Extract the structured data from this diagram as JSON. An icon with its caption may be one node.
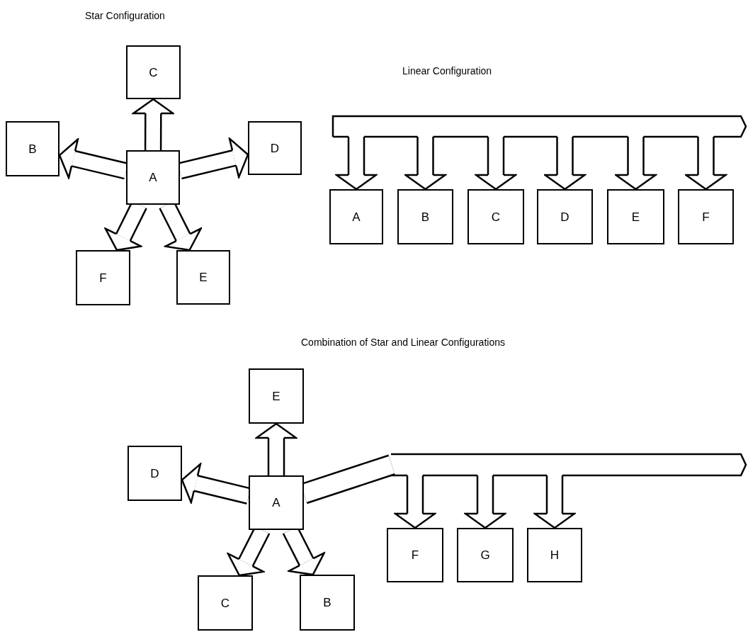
{
  "diagram": {
    "nodes": [
      {
        "text": [
          "A"
        ]
      },
      {
        "text": [
          "B"
        ]
      },
      {
        "text": [
          "C"
        ]
      },
      {
        "text": [
          "D"
        ]
      },
      {
        "text": [
          "F"
        ]
      },
      {
        "text": [
          "E"
        ]
      },
      {
        "text": [],
        "shape": "bar"
      },
      {
        "text": [
          "A"
        ]
      },
      {
        "text": [
          "B"
        ]
      },
      {
        "text": [
          "C"
        ]
      },
      {
        "text": [
          "D"
        ]
      },
      {
        "text": [
          "E"
        ]
      },
      {
        "text": [
          "F"
        ]
      },
      {
        "text": [
          "A"
        ]
      },
      {
        "text": [
          "E"
        ]
      },
      {
        "text": [
          "D"
        ]
      },
      {
        "text": [
          "C"
        ]
      },
      {
        "text": [
          "B"
        ]
      },
      {
        "text": [],
        "shape": "bar"
      },
      {
        "text": [
          "F"
        ]
      },
      {
        "text": [
          "G"
        ]
      },
      {
        "text": [
          "H"
        ]
      }
    ],
    "edges": [
      {
        "from": 0,
        "to": 2,
        "arrow": "to"
      },
      {
        "from": 0,
        "to": 1,
        "arrow": "to"
      },
      {
        "from": 0,
        "to": 3,
        "arrow": "to"
      },
      {
        "from": 0,
        "to": 4,
        "arrow": "to"
      },
      {
        "from": 0,
        "to": 5,
        "arrow": "to"
      },
      {
        "from": 6,
        "to": 7,
        "arrow": "to"
      },
      {
        "from": 6,
        "to": 8,
        "arrow": "to"
      },
      {
        "from": 6,
        "to": 9,
        "arrow": "to"
      },
      {
        "from": 6,
        "to": 10,
        "arrow": "to"
      },
      {
        "from": 6,
        "to": 11,
        "arrow": "to"
      },
      {
        "from": 6,
        "to": 12,
        "arrow": "to"
      },
      {
        "from": 13,
        "to": 14,
        "arrow": "to"
      },
      {
        "from": 13,
        "to": 15,
        "arrow": "to"
      },
      {
        "from": 13,
        "to": 16,
        "arrow": "to"
      },
      {
        "from": 13,
        "to": 17,
        "arrow": "to"
      },
      {
        "from": 13,
        "to": 18,
        "arrow": "none"
      },
      {
        "from": 18,
        "to": 19,
        "arrow": "to"
      },
      {
        "from": 18,
        "to": 20,
        "arrow": "to"
      },
      {
        "from": 18,
        "to": 21,
        "arrow": "to"
      }
    ],
    "labels": [
      "Star Configuration",
      "Linear Configuration",
      "Combination of Star and Linear Configurations"
    ]
  }
}
